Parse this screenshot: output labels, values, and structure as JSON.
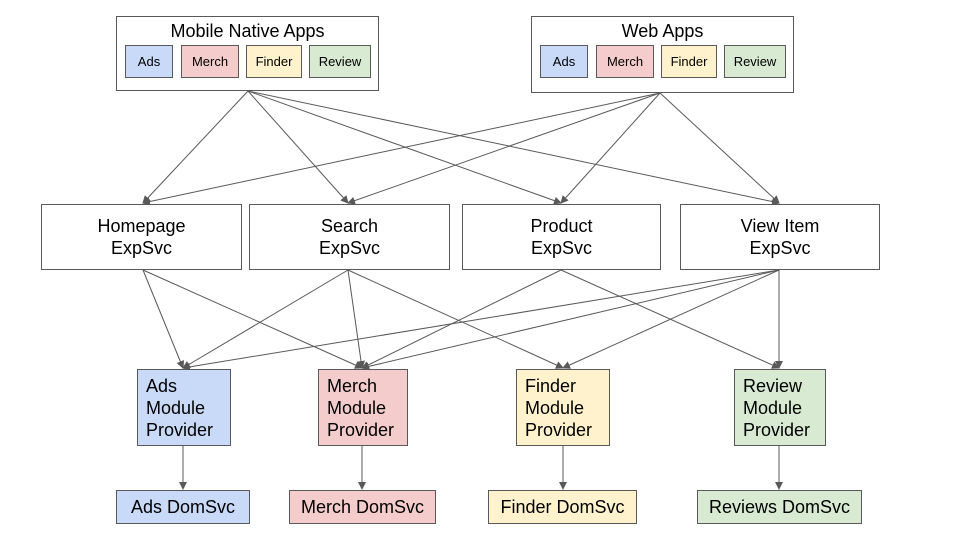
{
  "top": {
    "mobile": {
      "title": "Mobile Native Apps",
      "chips": [
        "Ads",
        "Merch",
        "Finder",
        "Review"
      ]
    },
    "web": {
      "title": "Web Apps",
      "chips": [
        "Ads",
        "Merch",
        "Finder",
        "Review"
      ]
    }
  },
  "exp_services": [
    {
      "line1": "Homepage",
      "line2": "ExpSvc"
    },
    {
      "line1": "Search",
      "line2": "ExpSvc"
    },
    {
      "line1": "Product",
      "line2": "ExpSvc"
    },
    {
      "line1": "View Item",
      "line2": "ExpSvc"
    }
  ],
  "module_providers": [
    {
      "lines": [
        "Ads",
        "Module",
        "Provider"
      ],
      "color": "#c9daf8"
    },
    {
      "lines": [
        "Merch",
        "Module",
        "Provider"
      ],
      "color": "#f4cccc"
    },
    {
      "lines": [
        "Finder",
        "Module",
        "Provider"
      ],
      "color": "#fff2cc"
    },
    {
      "lines": [
        "Review",
        "Module",
        "Provider"
      ],
      "color": "#d9ead3"
    }
  ],
  "domain_services": [
    "Ads DomSvc",
    "Merch DomSvc",
    "Finder DomSvc",
    "Reviews DomSvc"
  ],
  "colors": {
    "ads": "#c9daf8",
    "merch": "#f4cccc",
    "finder": "#fff2cc",
    "review": "#d9ead3",
    "edge": "#595959"
  }
}
